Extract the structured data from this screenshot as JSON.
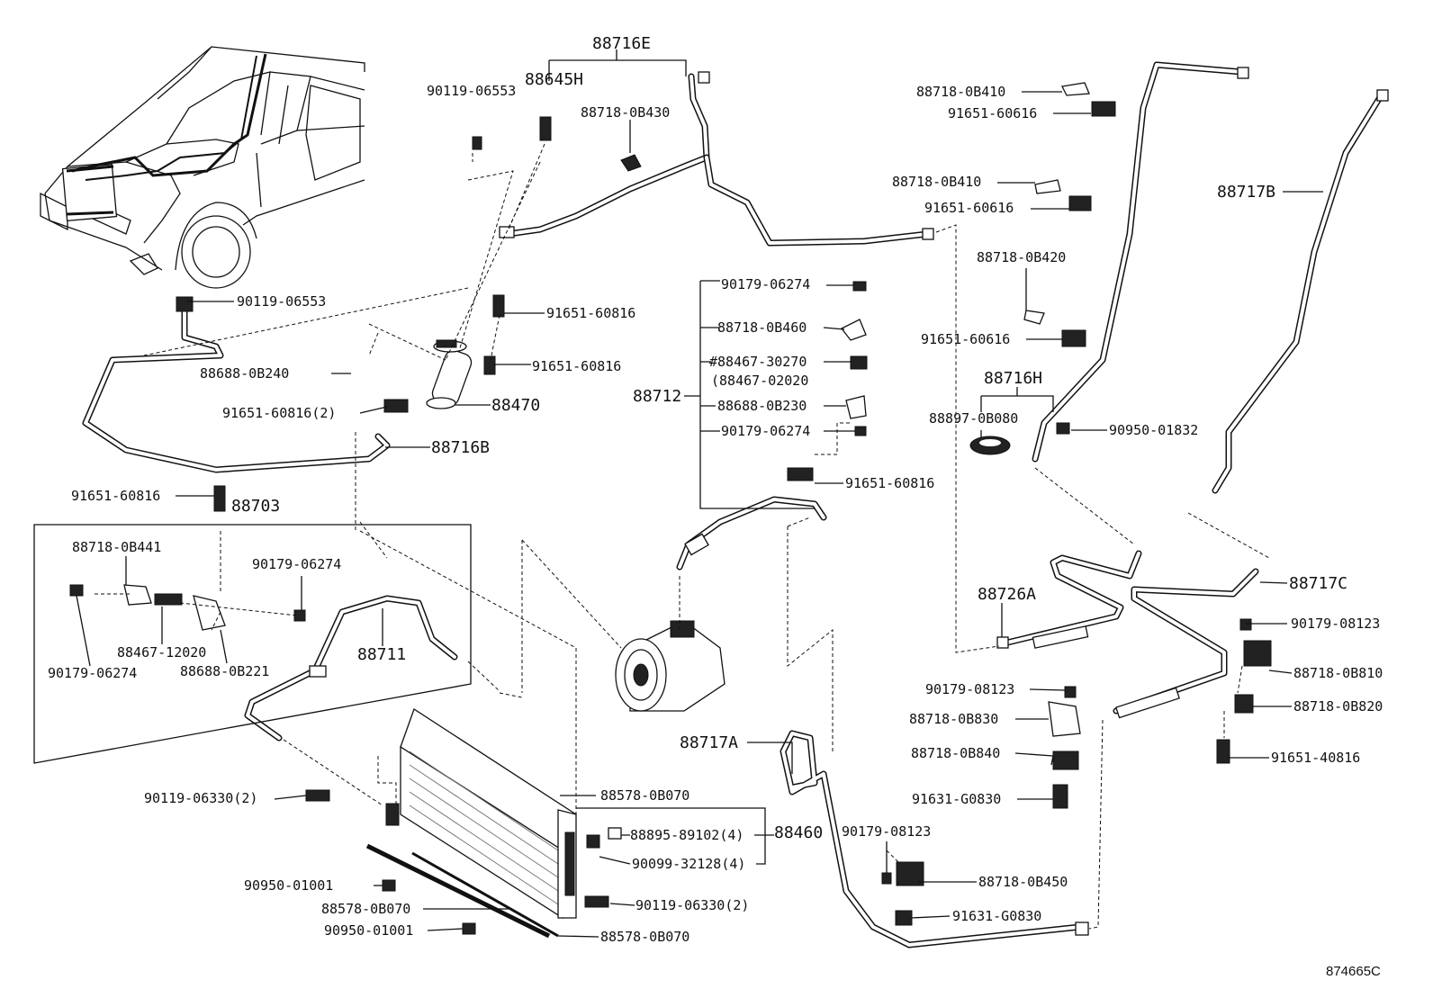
{
  "diagram_id": "874665C",
  "labels": {
    "p88716E": "88716E",
    "p90119_06553_top": "90119-06553",
    "p88645H": "88645H",
    "p88718_0B430": "88718-0B430",
    "p88718_0B410_a": "88718-0B410",
    "p91651_60616_a": "91651-60616",
    "p88718_0B410_b": "88718-0B410",
    "p91651_60616_b": "91651-60616",
    "p88717B": "88717B",
    "p88718_0B420": "88718-0B420",
    "p91651_60616_c": "91651-60616",
    "p88716H": "88716H",
    "p88897_0B080": "88897-0B080",
    "p90950_01832": "90950-01832",
    "p90119_06553_left": "90119-06553",
    "p91651_60816_a": "91651-60816",
    "p91651_60816_b": "91651-60816",
    "p88688_0B240": "88688-0B240",
    "p91651_60816_2": "91651-60816(2)",
    "p88470": "88470",
    "p88716B": "88716B",
    "p90179_06274_a": "90179-06274",
    "p88718_0B460": "88718-0B460",
    "p88467_30270": "#88467-30270",
    "p88467_02020": "(88467-02020",
    "p88712": "88712",
    "p88688_0B230": "88688-0B230",
    "p90179_06274_b": "90179-06274",
    "p91651_60816_c": "91651-60816",
    "p91651_60816_d": "91651-60816",
    "p88703": "88703",
    "p88718_0B441": "88718-0B441",
    "p90179_06274_c": "90179-06274",
    "p88467_12020": "88467-12020",
    "p90179_06274_d": "90179-06274",
    "p88688_0B221": "88688-0B221",
    "p88711": "88711",
    "p88726A": "88726A",
    "p88717C": "88717C",
    "p90179_08123_a": "90179-08123",
    "p88718_0B810": "88718-0B810",
    "p90179_08123_b": "90179-08123",
    "p88718_0B820": "88718-0B820",
    "p88718_0B830": "88718-0B830",
    "p88718_0B840": "88718-0B840",
    "p91651_40816": "91651-40816",
    "p91631_G0830_a": "91631-G0830",
    "p88717A": "88717A",
    "p90119_06330_2a": "90119-06330(2)",
    "p88578_0B070_a": "88578-0B070",
    "p88895_89102": "88895-89102(4)",
    "p88460": "88460",
    "p90099_32128": "90099-32128(4)",
    "p90179_08123_c": "90179-08123",
    "p90950_01001_a": "90950-01001",
    "p88578_0B070_b": "88578-0B070",
    "p90119_06330_2b": "90119-06330(2)",
    "p88718_0B450": "88718-0B450",
    "p90950_01001_b": "90950-01001",
    "p88578_0B070_c": "88578-0B070",
    "p91631_G0830_b": "91631-G0830"
  }
}
